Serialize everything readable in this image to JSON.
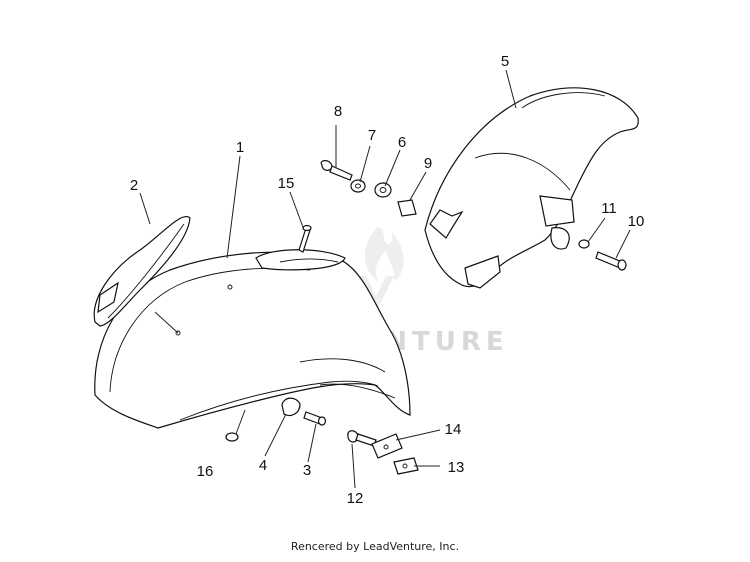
{
  "watermark": {
    "text": "LEADVENTURE"
  },
  "credit": {
    "text": "Rencered by LeadVenture, Inc."
  },
  "callouts": {
    "c1": "1",
    "c2": "2",
    "c3": "3",
    "c4": "4",
    "c5": "5",
    "c6": "6",
    "c7": "7",
    "c8": "8",
    "c9": "9",
    "c10": "10",
    "c11": "11",
    "c12": "12",
    "c13": "13",
    "c14": "14",
    "c15": "15",
    "c16": "16"
  }
}
